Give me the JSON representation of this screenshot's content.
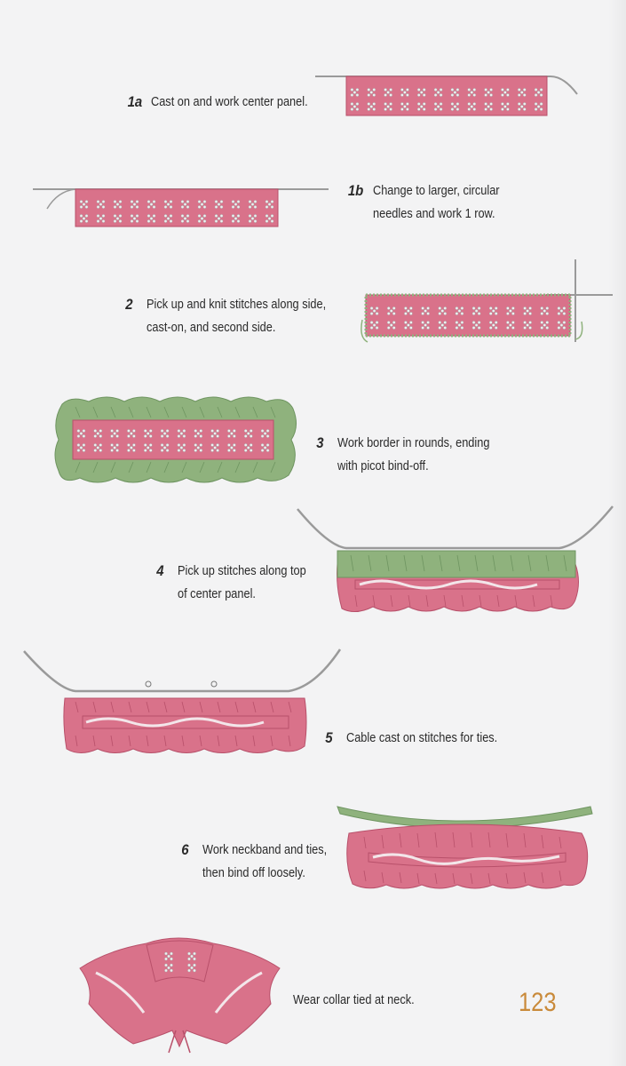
{
  "steps": [
    {
      "num": "1a",
      "lines": [
        "Cast on and work center panel."
      ]
    },
    {
      "num": "1b",
      "lines": [
        "Change to larger, circular",
        "needles and work 1 row."
      ]
    },
    {
      "num": "2",
      "lines": [
        "Pick up and knit stitches along side,",
        "cast-on, and second side."
      ]
    },
    {
      "num": "3",
      "lines": [
        "Work border in rounds, ending",
        "with picot bind-off."
      ]
    },
    {
      "num": "4",
      "lines": [
        "Pick up stitches along top",
        "of center panel."
      ]
    },
    {
      "num": "5",
      "lines": [
        "Cable cast on stitches for ties."
      ]
    },
    {
      "num": "6",
      "lines": [
        "Work neckband and ties,",
        "then bind off loosely."
      ]
    }
  ],
  "final_caption": "Wear collar tied at neck.",
  "page_number": "123",
  "colors": {
    "pink": "#d9728a",
    "pink_dark": "#b8506a",
    "green": "#8fb27d",
    "green_dark": "#6e9460",
    "needle": "#9a9a9a",
    "page_number": "#c98a3a"
  }
}
